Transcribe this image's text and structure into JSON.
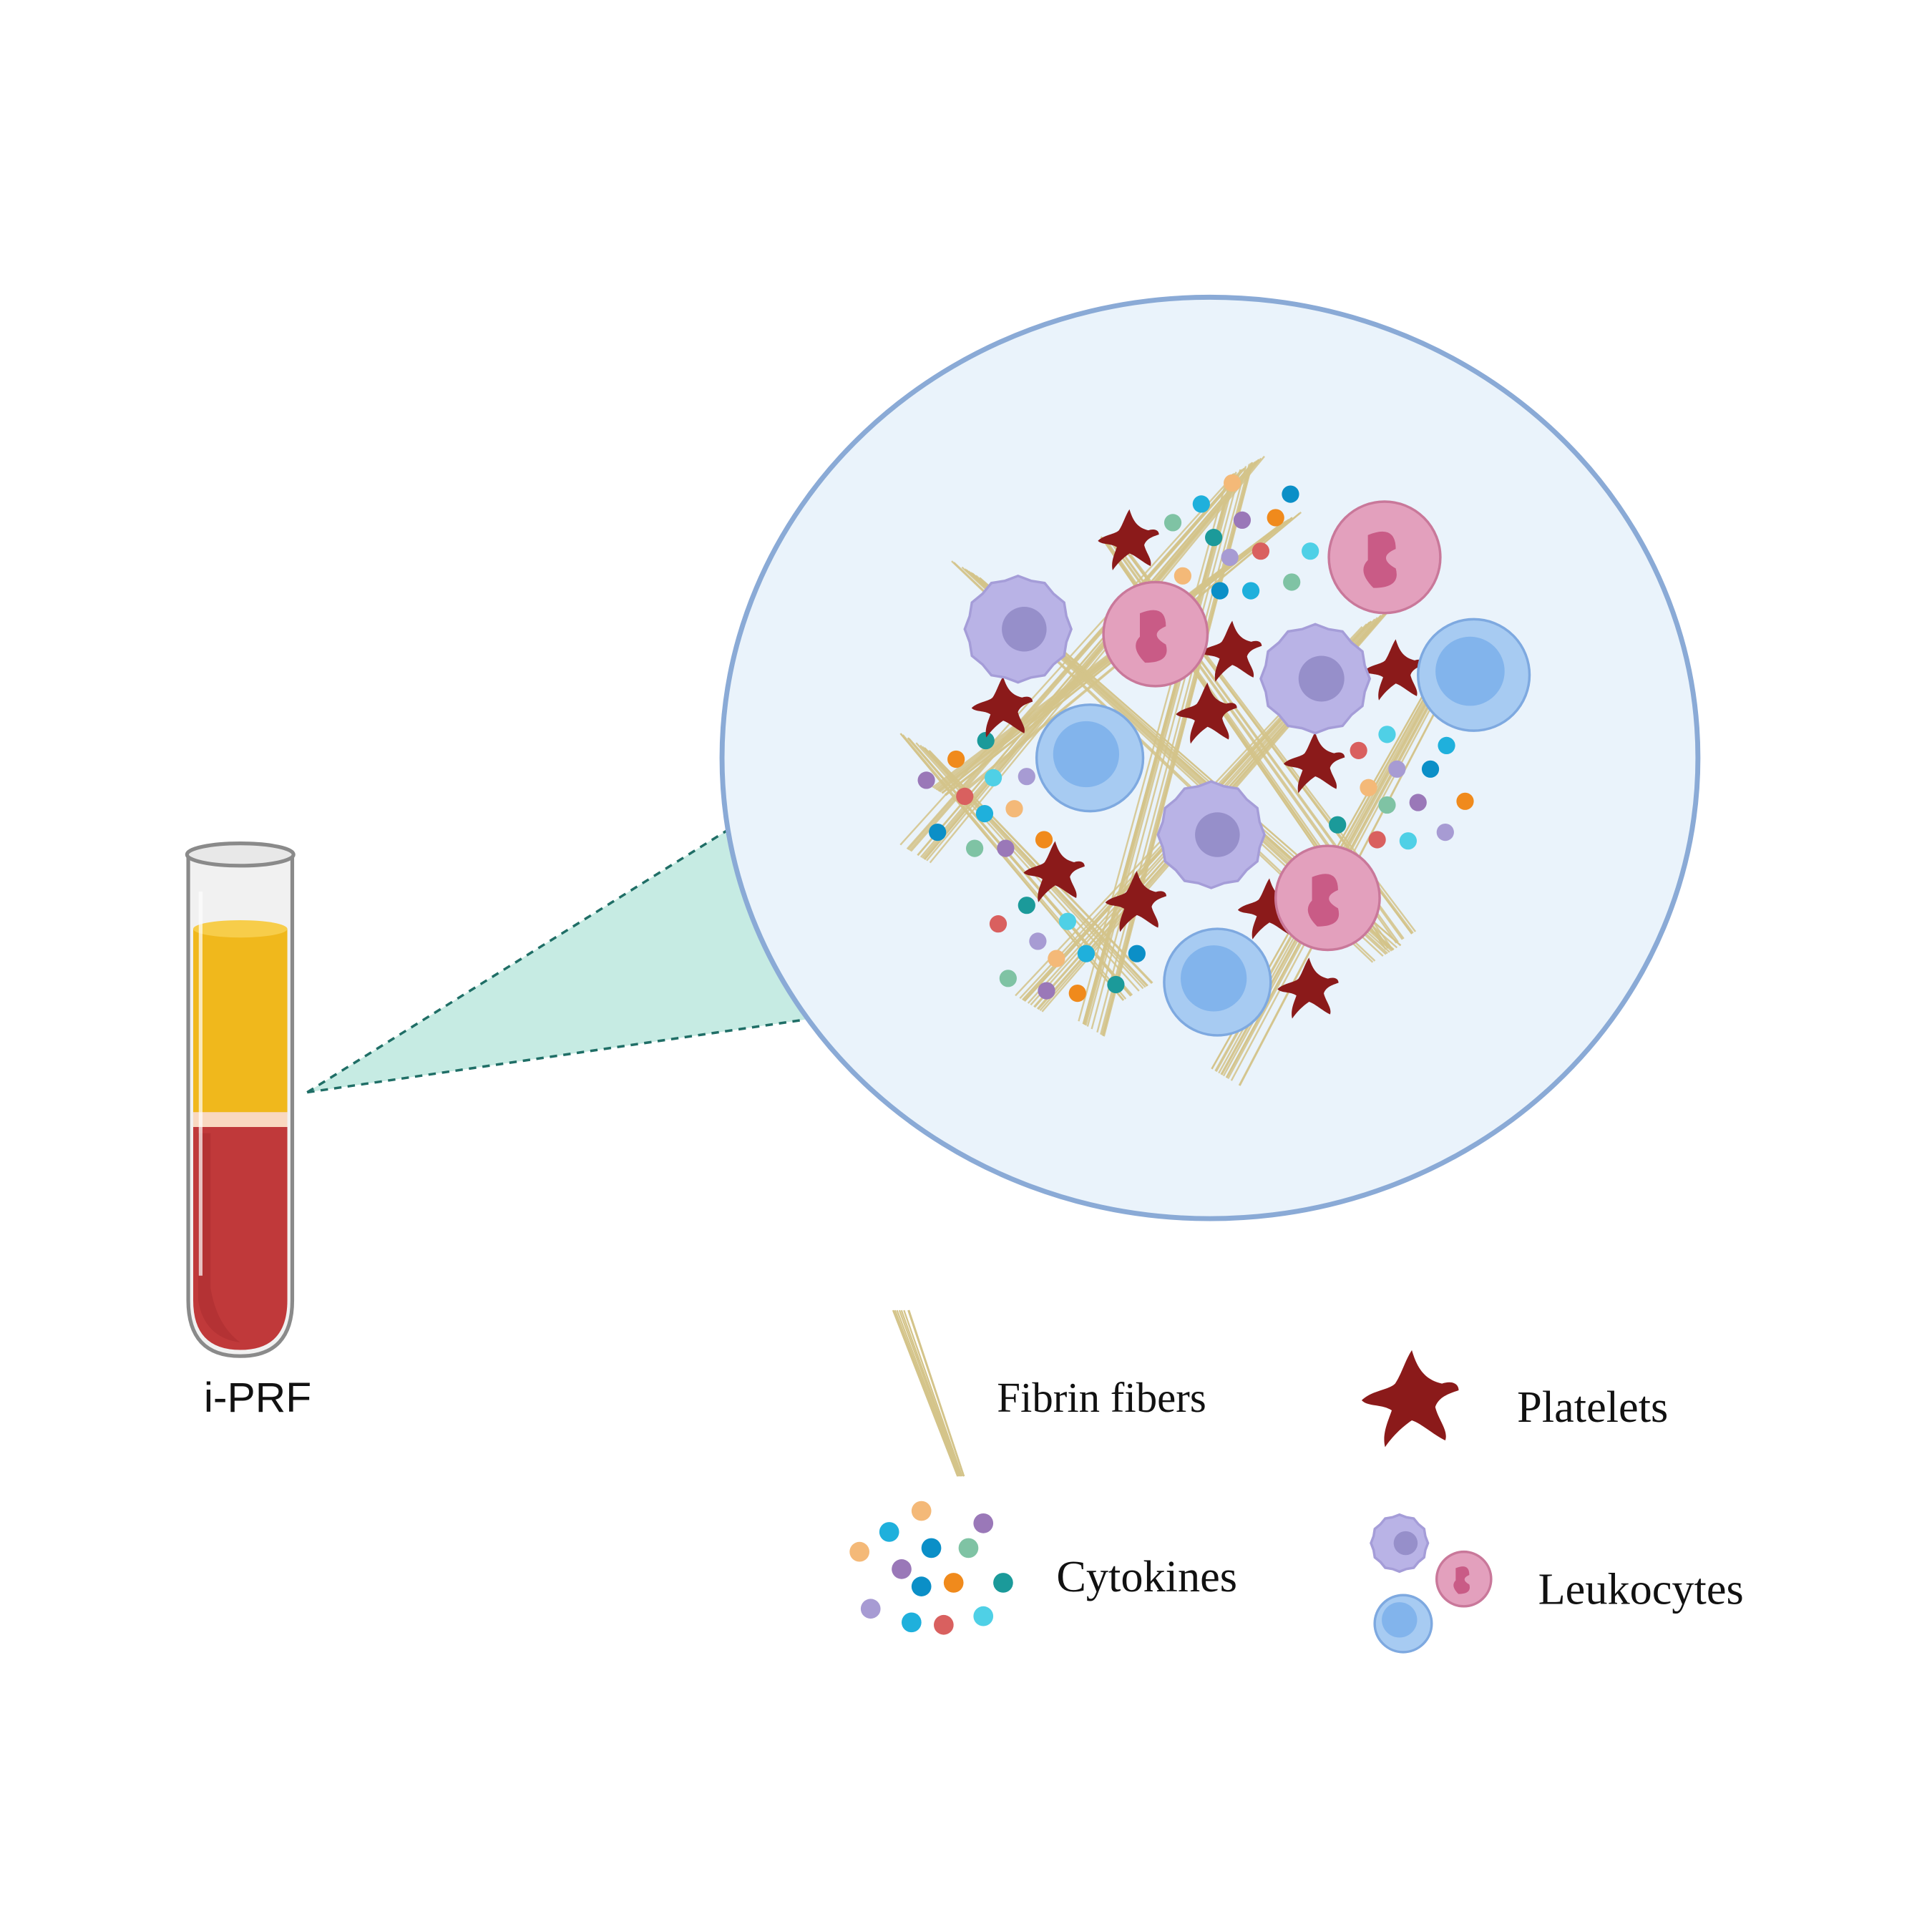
{
  "tube": {
    "label": "i-PRF"
  },
  "legend": {
    "fibrin": "Fibrin fibers",
    "platelets": "Platelets",
    "cytokines": "Cytokines",
    "leukocytes": "Leukocytes"
  },
  "colors": {
    "circle_fill": "#eaf3fb",
    "circle_stroke": "#8aaad6",
    "cone_fill": "#c6ebe3",
    "fibrin": "#d4c48a",
    "platelet": "#8b1a1a",
    "plasma": "#f0b81c",
    "blood": "#c0393a",
    "monocyte": "#b9b3e6",
    "neutrophil": "#e3a0bd",
    "lymphocyte": "#a7cbf2"
  }
}
